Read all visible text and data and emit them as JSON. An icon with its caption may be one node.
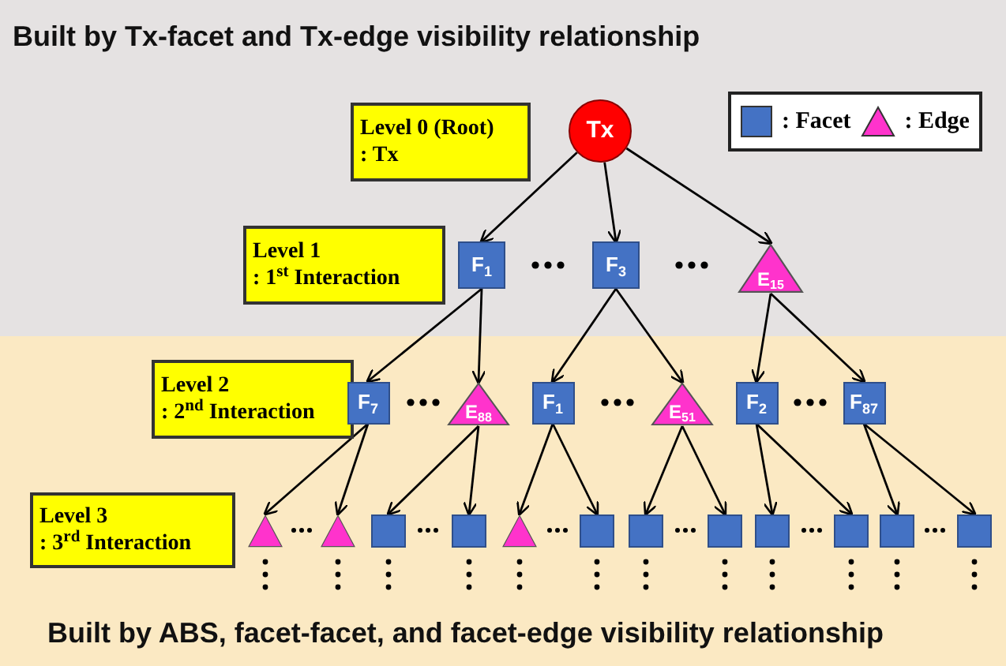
{
  "diagram": {
    "title": "Built by Tx-facet and Tx-edge visibility relationship",
    "caption": "Built by ABS, facet-facet, and facet-edge visibility relationship",
    "nodes": [
      {
        "text": [
          "Level 0 (Root)",
          ": Tx"
        ]
      },
      {
        "text": [
          "Tx"
        ]
      },
      {
        "text": [
          "Level 1",
          ": 1$^{st}$ Interaction"
        ]
      },
      {
        "text": [
          "F$_{1}$"
        ]
      },
      {
        "text": [
          "F$_{3}$"
        ]
      },
      {
        "text": [
          "E$_{15}$"
        ]
      },
      {
        "text": [
          "Level 2",
          ": 2$^{nd}$ Interaction"
        ]
      },
      {
        "text": [
          "F$_{7}$"
        ]
      },
      {
        "text": [
          "E$_{88}$"
        ]
      },
      {
        "text": [
          "F$_{1}$"
        ]
      },
      {
        "text": [
          "E$_{51}$"
        ]
      },
      {
        "text": [
          "F$_{2}$"
        ]
      },
      {
        "text": [
          "F$_{87}$"
        ]
      },
      {
        "text": [
          "Level 3",
          ": 3$^{rd}$ Interaction"
        ]
      },
      {
        "text": [],
        "shape": "triangle"
      },
      {
        "text": [],
        "shape": "triangle"
      },
      {
        "text": [],
        "shape": "box"
      },
      {
        "text": [],
        "shape": "box"
      },
      {
        "text": [],
        "shape": "triangle"
      },
      {
        "text": [],
        "shape": "box"
      },
      {
        "text": [],
        "shape": "box"
      },
      {
        "text": [],
        "shape": "box"
      },
      {
        "text": [],
        "shape": "box"
      },
      {
        "text": [],
        "shape": "box"
      },
      {
        "text": [],
        "shape": "box"
      },
      {
        "text": [],
        "shape": "box"
      }
    ],
    "edges": [
      {
        "from": 1,
        "to": 3,
        "arrow": "to"
      },
      {
        "from": 1,
        "to": 4,
        "arrow": "to"
      },
      {
        "from": 1,
        "to": 5,
        "arrow": "to"
      },
      {
        "from": 3,
        "to": 7,
        "arrow": "to"
      },
      {
        "from": 3,
        "to": 8,
        "arrow": "to"
      },
      {
        "from": 4,
        "to": 9,
        "arrow": "to"
      },
      {
        "from": 4,
        "to": 10,
        "arrow": "to"
      },
      {
        "from": 5,
        "to": 11,
        "arrow": "to"
      },
      {
        "from": 5,
        "to": 12,
        "arrow": "to"
      },
      {
        "from": 7,
        "to": 14,
        "arrow": "to"
      },
      {
        "from": 7,
        "to": 15,
        "arrow": "to"
      },
      {
        "from": 8,
        "to": 16,
        "arrow": "to"
      },
      {
        "from": 8,
        "to": 17,
        "arrow": "to"
      },
      {
        "from": 9,
        "to": 18,
        "arrow": "to"
      },
      {
        "from": 9,
        "to": 19,
        "arrow": "to"
      },
      {
        "from": 10,
        "to": 20,
        "arrow": "to"
      },
      {
        "from": 10,
        "to": 21,
        "arrow": "to"
      },
      {
        "from": 11,
        "to": 22,
        "arrow": "to"
      },
      {
        "from": 11,
        "to": 23,
        "arrow": "to"
      },
      {
        "from": 12,
        "to": 24,
        "arrow": "to"
      },
      {
        "from": 12,
        "to": 25,
        "arrow": "to"
      }
    ],
    "legend": [
      {
        "text": ": Facet",
        "color": "#4472c4"
      },
      {
        "text": ": Edge",
        "color": "#ff33cc"
      }
    ]
  }
}
